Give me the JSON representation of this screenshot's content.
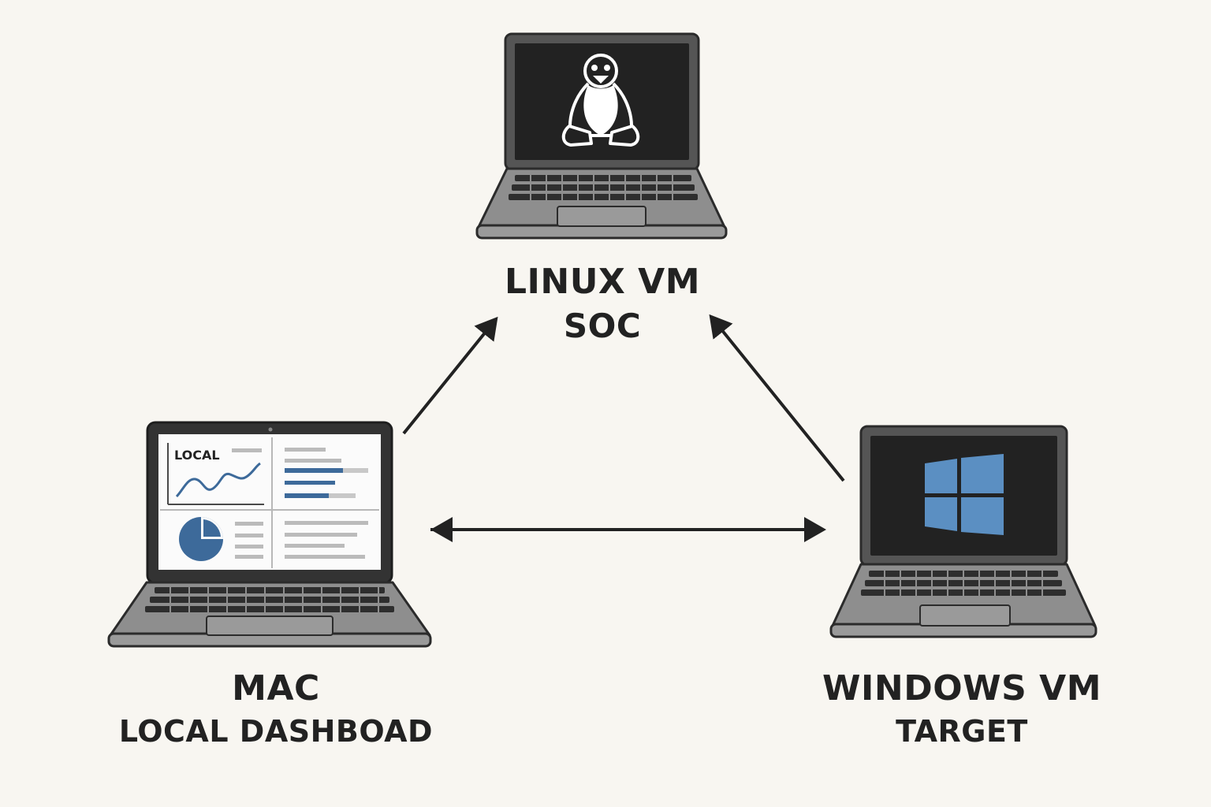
{
  "nodes": {
    "linux": {
      "name": "LINUX VM",
      "role": "SOC",
      "icon": "linux-penguin-icon"
    },
    "mac": {
      "name": "MAC",
      "role": "LOCAL DASHBOAD",
      "icon": "dashboard-screen",
      "screen_label": "LOCAL"
    },
    "windows": {
      "name": "WINDOWS VM",
      "role": "TARGET",
      "icon": "windows-logo-icon"
    }
  },
  "edges": [
    {
      "from": "mac",
      "to": "linux",
      "direction": "one-way"
    },
    {
      "from": "windows",
      "to": "linux",
      "direction": "one-way"
    },
    {
      "from": "mac",
      "to": "windows",
      "direction": "two-way"
    }
  ],
  "colors": {
    "background": "#f8f6f1",
    "laptop_body": "#8e8e8e",
    "laptop_outline": "#2b2b2b",
    "screen_dark": "#222222",
    "windows_blue": "#5b8fc2",
    "dashboard_blue": "#3d6a9a",
    "text": "#222222"
  }
}
